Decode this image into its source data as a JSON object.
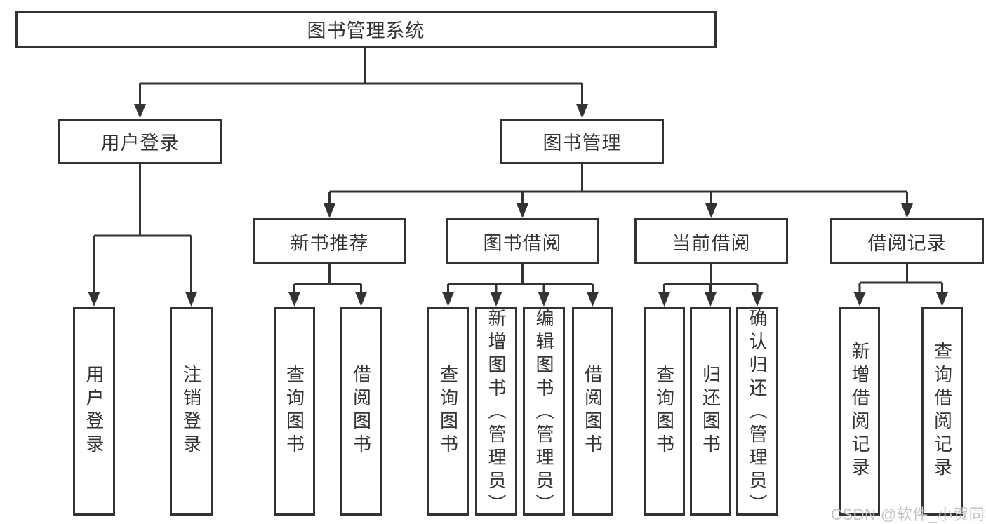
{
  "tree": {
    "root": {
      "label": "图书管理系统",
      "children": [
        {
          "label": "用户登录",
          "children": [
            {
              "label": "用户登录"
            },
            {
              "label": "注销登录"
            }
          ]
        },
        {
          "label": "图书管理",
          "children": [
            {
              "label": "新书推荐",
              "children": [
                {
                  "label": "查询图书"
                },
                {
                  "label": "借阅图书"
                }
              ]
            },
            {
              "label": "图书借阅",
              "children": [
                {
                  "label": "查询图书"
                },
                {
                  "label": "新增图书（管理员）"
                },
                {
                  "label": "编辑图书（管理员）"
                },
                {
                  "label": "借阅图书"
                }
              ]
            },
            {
              "label": "当前借阅",
              "children": [
                {
                  "label": "查询图书"
                },
                {
                  "label": "归还图书"
                },
                {
                  "label": "确认归还（管理员）"
                }
              ]
            },
            {
              "label": "借阅记录",
              "children": [
                {
                  "label": "新增借阅记录"
                },
                {
                  "label": "查询借阅记录"
                }
              ]
            }
          ]
        }
      ]
    }
  },
  "watermark": "CSDN @软件_小贺同学",
  "colors": {
    "line": "#333333",
    "text": "#333333",
    "watermark": "#c3c4c9",
    "background": "#ffffff"
  }
}
